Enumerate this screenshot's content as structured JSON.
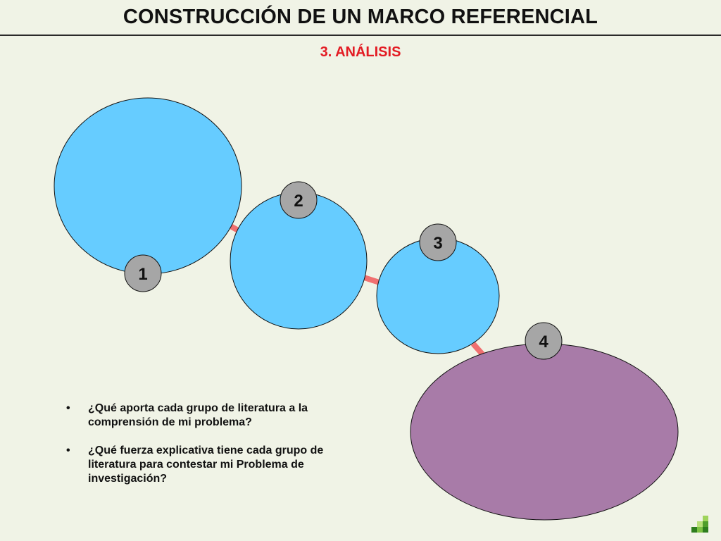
{
  "header": {
    "title": "CONSTRUCCIÓN DE UN MARCO REFERENCIAL",
    "subtitle": "3. ANÁLISIS"
  },
  "diagram": {
    "nodes": [
      {
        "label": "1",
        "kind": "literature-group"
      },
      {
        "label": "2",
        "kind": "literature-group"
      },
      {
        "label": "3",
        "kind": "literature-group"
      },
      {
        "label": "4",
        "kind": "research-problem"
      }
    ]
  },
  "bullets": {
    "marker": "•",
    "items": [
      "¿Qué aporta cada grupo de literatura a la comprensión de mi problema?",
      "¿Qué fuerza explicativa tiene cada grupo de literatura para contestar mi Problema de investigación?"
    ]
  },
  "colors": {
    "background": "#f0f3e6",
    "title": "#111111",
    "subtitle": "#e31b23",
    "blue_circle": "#66ccff",
    "purple_ellipse": "#a87ba8",
    "connector": "#f07070",
    "number_badge": "#a6a6a6"
  }
}
